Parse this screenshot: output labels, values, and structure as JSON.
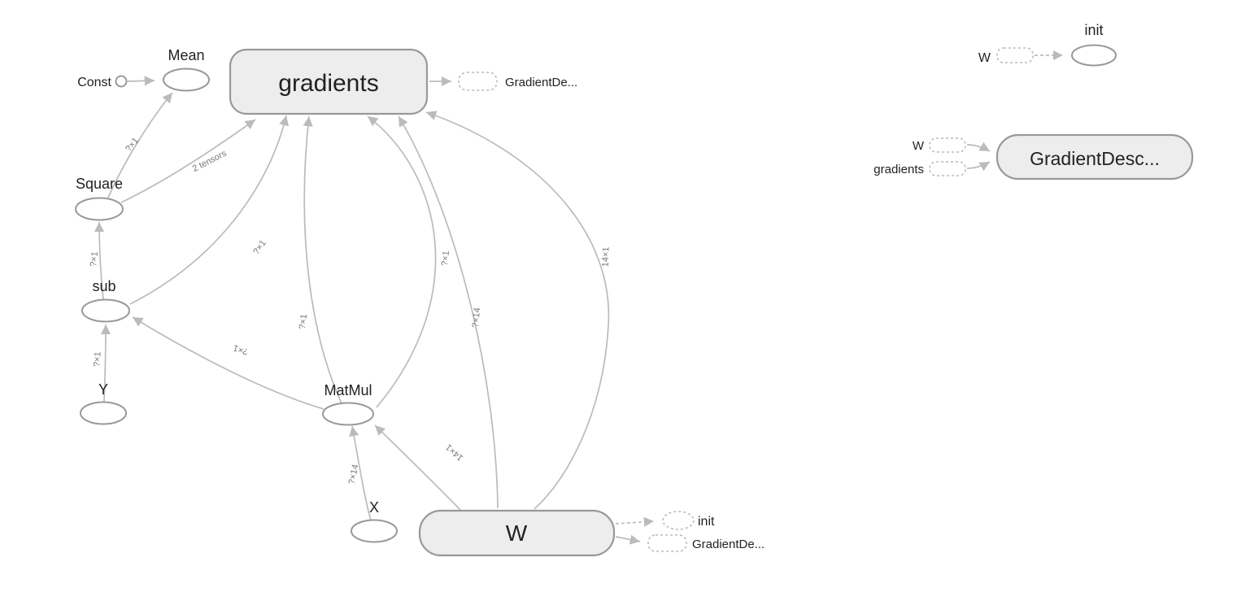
{
  "palette": {
    "namespace_fill": "#ededed",
    "namespace_stroke": "#999999",
    "op_fill": "#ffffff",
    "op_stroke": "#999999",
    "edge": "#bbbbbb",
    "label": "#222222",
    "edge_label": "#777777"
  },
  "main_graph": {
    "nodes": {
      "const": "Const",
      "mean": "Mean",
      "gradients": "gradients",
      "square": "Square",
      "sub": "sub",
      "y": "Y",
      "matmul": "MatMul",
      "x": "X",
      "w": "W"
    },
    "refs": {
      "gradients_out": "GradientDe...",
      "w_init_out": "init",
      "w_grad_out": "GradientDe..."
    },
    "edge_labels": {
      "square_to_mean": "?×1",
      "square_to_gradients": "2 tensors",
      "sub_to_square": "?×1",
      "gradients_to_sub": "?×1",
      "y_to_sub": "?×1",
      "matmul_to_sub": "?×1",
      "gradients_to_matmul_left": "?×1",
      "gradients_to_matmul_right": "?×1",
      "gradients_to_w_inner": "?×14",
      "gradients_to_w_outer": "14×1",
      "x_to_matmul": "?×14",
      "w_to_matmul": "14×1"
    }
  },
  "aux_graph": {
    "init_node": "init",
    "init_input": "W",
    "gd_node": "GradientDesc...",
    "gd_input_w": "W",
    "gd_input_gradients": "gradients"
  }
}
